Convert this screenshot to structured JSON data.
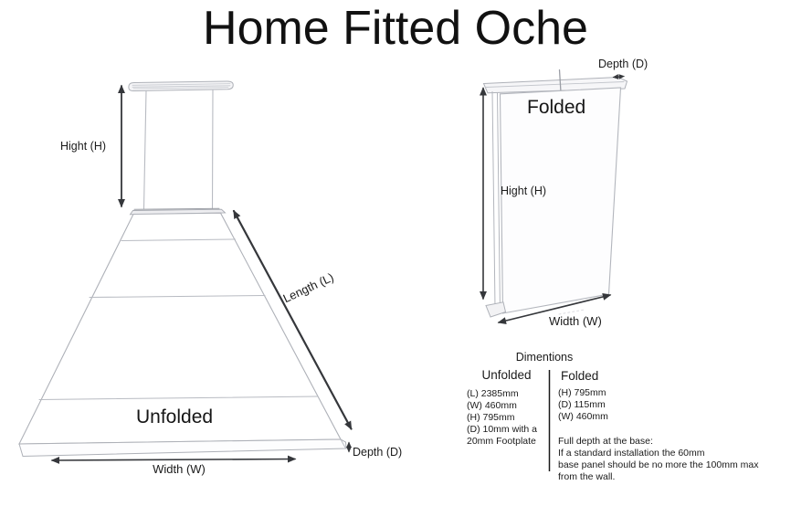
{
  "title": "Home Fitted Oche",
  "unfolded_view": {
    "name": "Unfolded",
    "hight_label": "Hight (H)",
    "length_label": "Length (L)",
    "width_label": "Width (W)",
    "depth_label": "Depth (D)"
  },
  "folded_view": {
    "name": "Folded",
    "hight_label": "Hight (H)",
    "width_label": "Width (W)",
    "depth_label": "Depth (D)"
  },
  "dimensions": {
    "title": "Dimentions",
    "unfolded_header": "Unfolded",
    "unfolded_lines": [
      "(L) 2385mm",
      "(W) 460mm",
      "(H) 795mm",
      "(D) 10mm with a",
      "20mm Footplate"
    ],
    "folded_header": "Folded",
    "folded_lines": [
      "(H) 795mm",
      "(D) 115mm",
      "(W) 460mm"
    ],
    "note_lines": [
      "Full depth at the base:",
      "If a standard installation the 60mm",
      "base panel should be no more the 100mm max",
      "from the wall."
    ]
  },
  "colors": {
    "sketch_line": "#b0b3ba",
    "arrow": "#35373b",
    "text": "#1b1b1b"
  }
}
